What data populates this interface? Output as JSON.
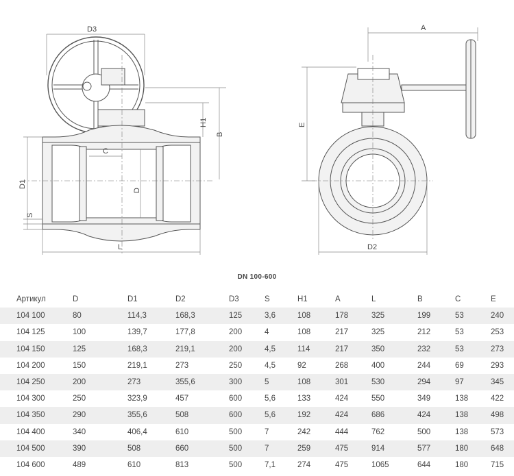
{
  "drawing": {
    "labels": {
      "d3": "D3",
      "h1": "H1",
      "b": "B",
      "c": "C",
      "d1": "D1",
      "d": "D",
      "s": "S",
      "l": "L",
      "a": "A",
      "e": "E",
      "d2": "D2"
    }
  },
  "subtitle": "DN 100-600",
  "table": {
    "headers": [
      "Артикул",
      "D",
      "D1",
      "D2",
      "D3",
      "S",
      "H1",
      "A",
      "L",
      "B",
      "C",
      "E"
    ],
    "rows": [
      [
        "104 100",
        "80",
        "114,3",
        "168,3",
        "125",
        "3,6",
        "108",
        "178",
        "325",
        "199",
        "53",
        "240"
      ],
      [
        "104 125",
        "100",
        "139,7",
        "177,8",
        "200",
        "4",
        "108",
        "217",
        "325",
        "212",
        "53",
        "253"
      ],
      [
        "104 150",
        "125",
        "168,3",
        "219,1",
        "200",
        "4,5",
        "114",
        "217",
        "350",
        "232",
        "53",
        "273"
      ],
      [
        "104 200",
        "150",
        "219,1",
        "273",
        "250",
        "4,5",
        "92",
        "268",
        "400",
        "244",
        "69",
        "293"
      ],
      [
        "104 250",
        "200",
        "273",
        "355,6",
        "300",
        "5",
        "108",
        "301",
        "530",
        "294",
        "97",
        "345"
      ],
      [
        "104 300",
        "250",
        "323,9",
        "457",
        "600",
        "5,6",
        "133",
        "424",
        "550",
        "349",
        "138",
        "422"
      ],
      [
        "104 350",
        "290",
        "355,6",
        "508",
        "600",
        "5,6",
        "192",
        "424",
        "686",
        "424",
        "138",
        "498"
      ],
      [
        "104 400",
        "340",
        "406,4",
        "610",
        "500",
        "7",
        "242",
        "444",
        "762",
        "500",
        "138",
        "573"
      ],
      [
        "104 500",
        "390",
        "508",
        "660",
        "500",
        "7",
        "259",
        "475",
        "914",
        "577",
        "180",
        "648"
      ],
      [
        "104 600",
        "489",
        "610",
        "813",
        "500",
        "7,1",
        "274",
        "475",
        "1065",
        "644",
        "180",
        "715"
      ]
    ]
  }
}
